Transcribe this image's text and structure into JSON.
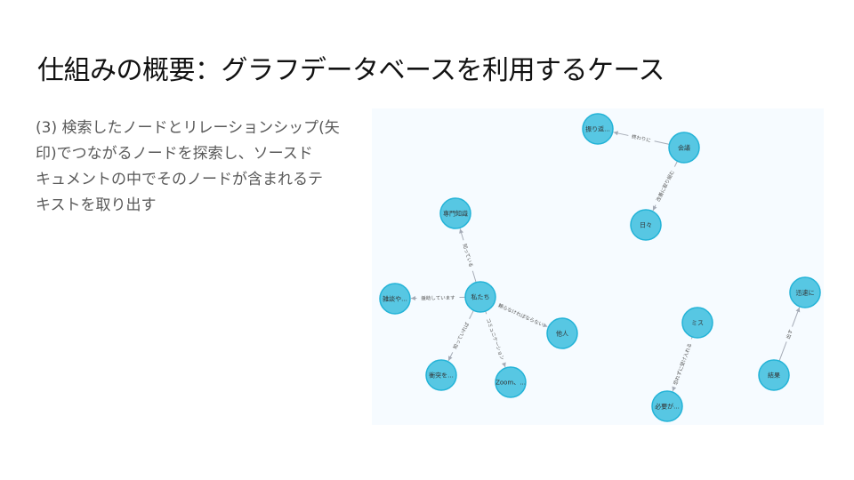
{
  "title": "仕組みの概要：グラフデータベースを利用するケース",
  "body_lines": [
    "(3) 検索したノードとリレーションシップ(矢",
    "印)でつながるノードを探索し、ソースド",
    "キュメントの中でそのノードが含まれるテ",
    "キストを取り出す"
  ],
  "graph": {
    "colors": {
      "node_fill": "#57c7e3",
      "node_stroke": "#23b3d7",
      "edge": "#a5abb6",
      "background": "#f6fbff"
    },
    "nodes": [
      "振り返...",
      "会議",
      "日々",
      "専門知識",
      "雑談や...",
      "私たち",
      "他人",
      "衝突を...",
      "Zoom、...",
      "ミス",
      "必要が...",
      "迅速に",
      "結果"
    ],
    "edges": [
      {
        "from": 1,
        "to": 0,
        "label": "終わりに"
      },
      {
        "from": 1,
        "to": 2,
        "label": "改善に取り組む"
      },
      {
        "from": 5,
        "to": 3,
        "label": "知っている"
      },
      {
        "from": 5,
        "to": 4,
        "label": "援助しています"
      },
      {
        "from": 5,
        "to": 7,
        "label": "知っていれば"
      },
      {
        "from": 5,
        "to": 8,
        "label": "コミュニケーション"
      },
      {
        "from": 5,
        "to": 6,
        "label": "頼らなければならない"
      },
      {
        "from": 9,
        "to": 10,
        "label": "恐れずに受け入れる"
      },
      {
        "from": 12,
        "to": 11,
        "label": "出す"
      }
    ]
  }
}
